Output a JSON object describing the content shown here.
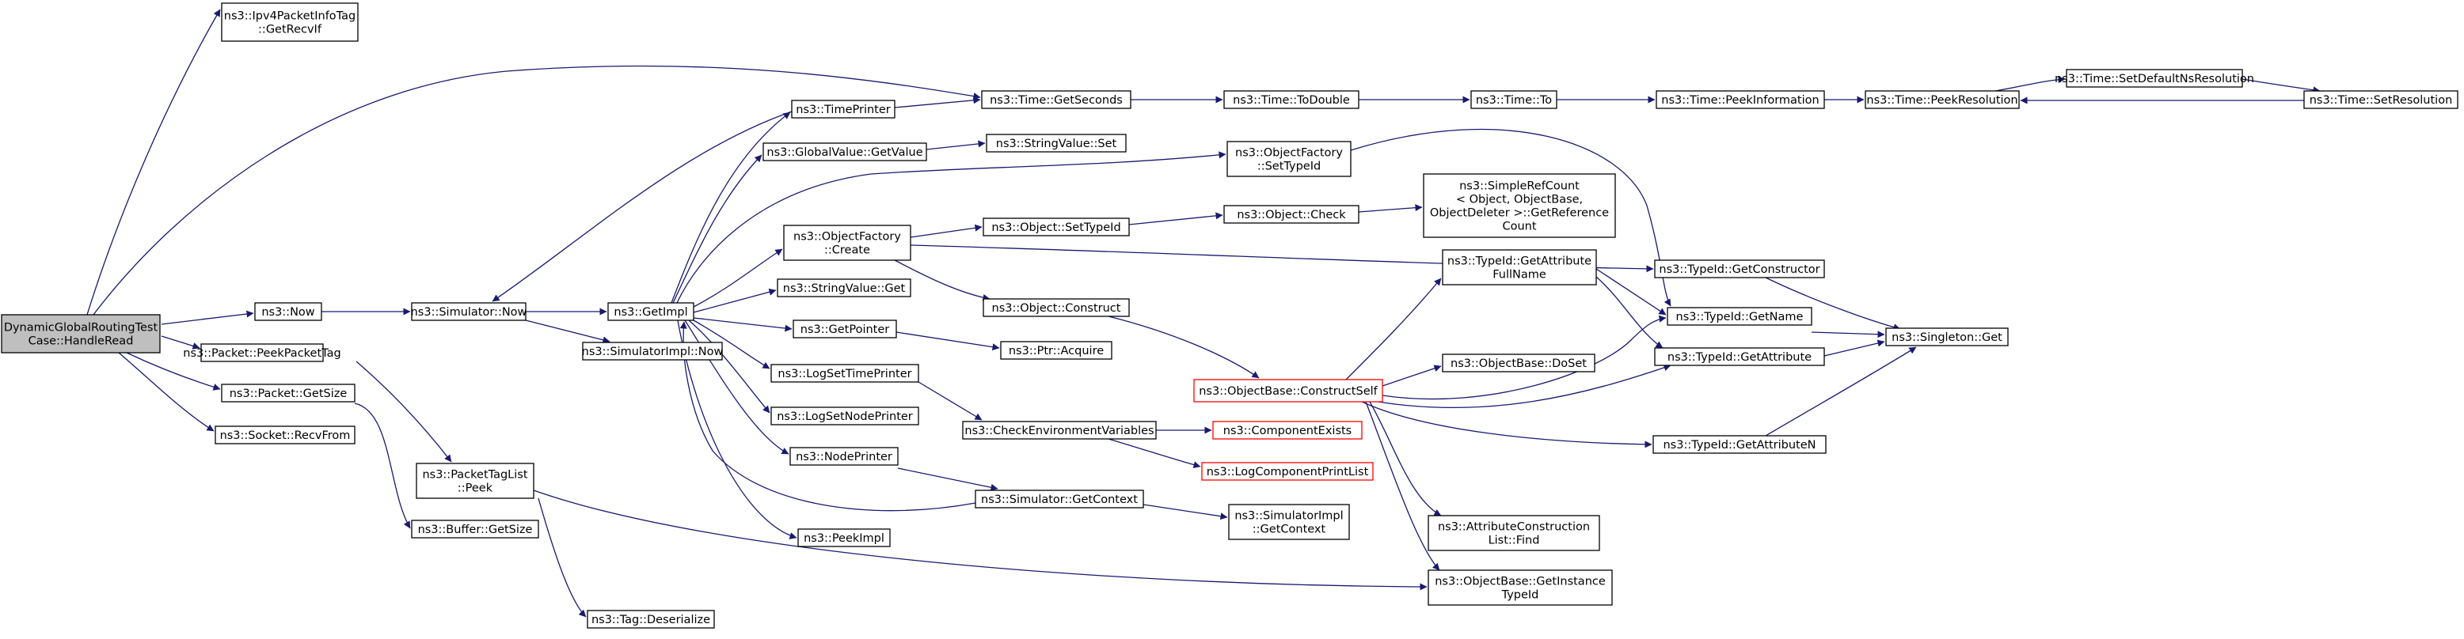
{
  "diagram": {
    "colors": {
      "edge": "#191970",
      "root_fill": "#bfbfbf",
      "node_fill": "#ffffff",
      "node_stroke": "#000000",
      "missing_stroke": "#ff0000"
    },
    "nodes": [
      {
        "id": "root",
        "lines": [
          "DynamicGlobalRoutingTest",
          "Case::HandleRead"
        ],
        "style": "root"
      },
      {
        "id": "ipv4",
        "lines": [
          "ns3::Ipv4PacketInfoTag",
          "::GetRecvIf"
        ]
      },
      {
        "id": "now",
        "lines": [
          "ns3::Now"
        ]
      },
      {
        "id": "peekpackettag",
        "lines": [
          "ns3::Packet::PeekPacketTag"
        ]
      },
      {
        "id": "packetgetsize",
        "lines": [
          "ns3::Packet::GetSize"
        ]
      },
      {
        "id": "recvfrom",
        "lines": [
          "ns3::Socket::RecvFrom"
        ]
      },
      {
        "id": "simnow",
        "lines": [
          "ns3::Simulator::Now"
        ]
      },
      {
        "id": "simimplnow",
        "lines": [
          "ns3::SimulatorImpl::Now"
        ]
      },
      {
        "id": "tagpeek",
        "lines": [
          "ns3::PacketTagList",
          "::Peek"
        ]
      },
      {
        "id": "buffergetsize",
        "lines": [
          "ns3::Buffer::GetSize"
        ]
      },
      {
        "id": "tagdeser",
        "lines": [
          "ns3::Tag::Deserialize"
        ]
      },
      {
        "id": "getimpl",
        "lines": [
          "ns3::GetImpl"
        ]
      },
      {
        "id": "timeprinter",
        "lines": [
          "ns3::TimePrinter"
        ]
      },
      {
        "id": "gvgetvalue",
        "lines": [
          "ns3::GlobalValue::GetValue"
        ]
      },
      {
        "id": "ofcreate",
        "lines": [
          "ns3::ObjectFactory",
          "::Create"
        ]
      },
      {
        "id": "svget",
        "lines": [
          "ns3::StringValue::Get"
        ]
      },
      {
        "id": "getpointer",
        "lines": [
          "ns3::GetPointer"
        ]
      },
      {
        "id": "logsettime",
        "lines": [
          "ns3::LogSetTimePrinter"
        ]
      },
      {
        "id": "logsetnode",
        "lines": [
          "ns3::LogSetNodePrinter"
        ]
      },
      {
        "id": "nodeprinter",
        "lines": [
          "ns3::NodePrinter"
        ]
      },
      {
        "id": "peekimpl",
        "lines": [
          "ns3::PeekImpl"
        ]
      },
      {
        "id": "getseconds",
        "lines": [
          "ns3::Time::GetSeconds"
        ]
      },
      {
        "id": "svset",
        "lines": [
          "ns3::StringValue::Set"
        ]
      },
      {
        "id": "objsettypeid",
        "lines": [
          "ns3::Object::SetTypeId"
        ]
      },
      {
        "id": "objconstruct",
        "lines": [
          "ns3::Object::Construct"
        ]
      },
      {
        "id": "ptracquire",
        "lines": [
          "ns3::Ptr::Acquire"
        ]
      },
      {
        "id": "checkenv",
        "lines": [
          "ns3::CheckEnvironmentVariables"
        ]
      },
      {
        "id": "simgetctx",
        "lines": [
          "ns3::Simulator::GetContext"
        ]
      },
      {
        "id": "todouble",
        "lines": [
          "ns3::Time::ToDouble"
        ]
      },
      {
        "id": "ofsettypeid",
        "lines": [
          "ns3::ObjectFactory",
          "::SetTypeId"
        ]
      },
      {
        "id": "objcheck",
        "lines": [
          "ns3::Object::Check"
        ]
      },
      {
        "id": "constructself",
        "lines": [
          "ns3::ObjectBase::ConstructSelf"
        ],
        "style": "red"
      },
      {
        "id": "compexists",
        "lines": [
          "ns3::ComponentExists"
        ],
        "style": "red"
      },
      {
        "id": "logprintlist",
        "lines": [
          "ns3::LogComponentPrintList"
        ],
        "style": "red"
      },
      {
        "id": "simimplgetctx",
        "lines": [
          "ns3::SimulatorImpl",
          "::GetContext"
        ]
      },
      {
        "id": "timeto",
        "lines": [
          "ns3::Time::To"
        ]
      },
      {
        "id": "simplerefcount",
        "lines": [
          "ns3::SimpleRefCount",
          "< Object, ObjectBase,",
          "ObjectDeleter >::GetReference",
          "Count"
        ]
      },
      {
        "id": "gaf",
        "lines": [
          "ns3::TypeId::GetAttribute",
          "FullName"
        ]
      },
      {
        "id": "doset",
        "lines": [
          "ns3::ObjectBase::DoSet"
        ]
      },
      {
        "id": "acfind",
        "lines": [
          "ns3::AttributeConstruction",
          "List::Find"
        ]
      },
      {
        "id": "getinstance",
        "lines": [
          "ns3::ObjectBase::GetInstance",
          "TypeId"
        ]
      },
      {
        "id": "peekinfo",
        "lines": [
          "ns3::Time::PeekInformation"
        ]
      },
      {
        "id": "getconstructor",
        "lines": [
          "ns3::TypeId::GetConstructor"
        ]
      },
      {
        "id": "getname",
        "lines": [
          "ns3::TypeId::GetName"
        ]
      },
      {
        "id": "getattribute",
        "lines": [
          "ns3::TypeId::GetAttribute"
        ]
      },
      {
        "id": "getattributen",
        "lines": [
          "ns3::TypeId::GetAttributeN"
        ]
      },
      {
        "id": "peekres",
        "lines": [
          "ns3::Time::PeekResolution"
        ]
      },
      {
        "id": "setdefaultres",
        "lines": [
          "ns3::Time::SetDefaultNsResolution"
        ]
      },
      {
        "id": "setres",
        "lines": [
          "ns3::Time::SetResolution"
        ]
      },
      {
        "id": "singleton",
        "lines": [
          "ns3::Singleton::Get"
        ]
      }
    ],
    "edges": [
      [
        "root",
        "ipv4"
      ],
      [
        "root",
        "getseconds"
      ],
      [
        "root",
        "now"
      ],
      [
        "root",
        "peekpackettag"
      ],
      [
        "root",
        "packetgetsize"
      ],
      [
        "root",
        "recvfrom"
      ],
      [
        "now",
        "simnow"
      ],
      [
        "peekpackettag",
        "tagpeek"
      ],
      [
        "packetgetsize",
        "buffergetsize"
      ],
      [
        "simnow",
        "getimpl"
      ],
      [
        "simnow",
        "simimplnow"
      ],
      [
        "tagpeek",
        "tagdeser"
      ],
      [
        "tagpeek",
        "getinstance"
      ],
      [
        "getimpl",
        "timeprinter"
      ],
      [
        "getimpl",
        "gvgetvalue"
      ],
      [
        "getimpl",
        "ofcreate"
      ],
      [
        "getimpl",
        "svget"
      ],
      [
        "getimpl",
        "getpointer"
      ],
      [
        "getimpl",
        "logsettime"
      ],
      [
        "getimpl",
        "logsetnode"
      ],
      [
        "getimpl",
        "nodeprinter"
      ],
      [
        "getimpl",
        "peekimpl"
      ],
      [
        "getimpl",
        "ofsettypeid"
      ],
      [
        "timeprinter",
        "simnow"
      ],
      [
        "timeprinter",
        "getseconds"
      ],
      [
        "gvgetvalue",
        "svset"
      ],
      [
        "ofcreate",
        "objsettypeid"
      ],
      [
        "ofcreate",
        "objconstruct"
      ],
      [
        "ofcreate",
        "getconstructor"
      ],
      [
        "getpointer",
        "ptracquire"
      ],
      [
        "logsettime",
        "checkenv"
      ],
      [
        "nodeprinter",
        "simgetctx"
      ],
      [
        "simgetctx",
        "getimpl"
      ],
      [
        "simgetctx",
        "simimplgetctx"
      ],
      [
        "getseconds",
        "todouble"
      ],
      [
        "objsettypeid",
        "objcheck"
      ],
      [
        "objconstruct",
        "constructself"
      ],
      [
        "checkenv",
        "compexists"
      ],
      [
        "checkenv",
        "logprintlist"
      ],
      [
        "todouble",
        "timeto"
      ],
      [
        "ofsettypeid",
        "getname"
      ],
      [
        "objcheck",
        "simplerefcount"
      ],
      [
        "constructself",
        "gaf"
      ],
      [
        "constructself",
        "doset"
      ],
      [
        "constructself",
        "getname"
      ],
      [
        "constructself",
        "getattribute"
      ],
      [
        "constructself",
        "getattributen"
      ],
      [
        "constructself",
        "acfind"
      ],
      [
        "constructself",
        "getinstance"
      ],
      [
        "timeto",
        "peekinfo"
      ],
      [
        "gaf",
        "getname"
      ],
      [
        "gaf",
        "getattribute"
      ],
      [
        "peekinfo",
        "peekres"
      ],
      [
        "getconstructor",
        "singleton"
      ],
      [
        "getname",
        "singleton"
      ],
      [
        "getattribute",
        "singleton"
      ],
      [
        "getattributen",
        "singleton"
      ],
      [
        "peekres",
        "setdefaultres"
      ],
      [
        "setdefaultres",
        "setres"
      ],
      [
        "setres",
        "peekres"
      ]
    ]
  }
}
